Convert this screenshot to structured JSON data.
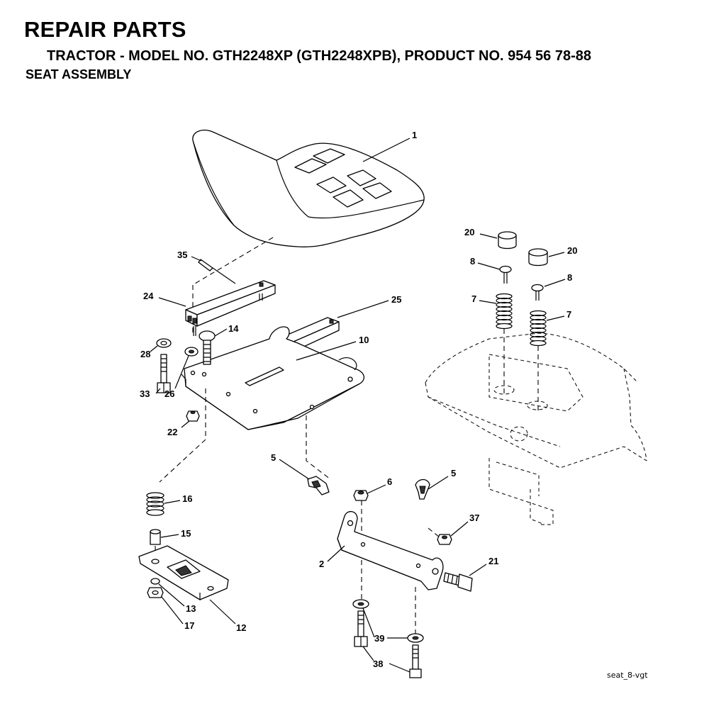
{
  "header": {
    "title": "REPAIR PARTS",
    "subtitle": "TRACTOR - MODEL NO. GTH2248XP (GTH2248XPB), PRODUCT NO. 954 56 78-88",
    "section": "SEAT ASSEMBLY"
  },
  "diagram": {
    "reference": "seat_8-vgt",
    "callouts": {
      "c1": "1",
      "c20a": "20",
      "c20b": "20",
      "c8a": "8",
      "c8b": "8",
      "c7a": "7",
      "c7b": "7",
      "c35": "35",
      "c24": "24",
      "c25": "25",
      "c14": "14",
      "c10": "10",
      "c28": "28",
      "c33": "33",
      "c26": "26",
      "c22": "22",
      "c5a": "5",
      "c5b": "5",
      "c6": "6",
      "c16": "16",
      "c15": "15",
      "c37": "37",
      "c2": "2",
      "c21": "21",
      "c13": "13",
      "c17": "17",
      "c12": "12",
      "c39": "39",
      "c38": "38"
    }
  }
}
